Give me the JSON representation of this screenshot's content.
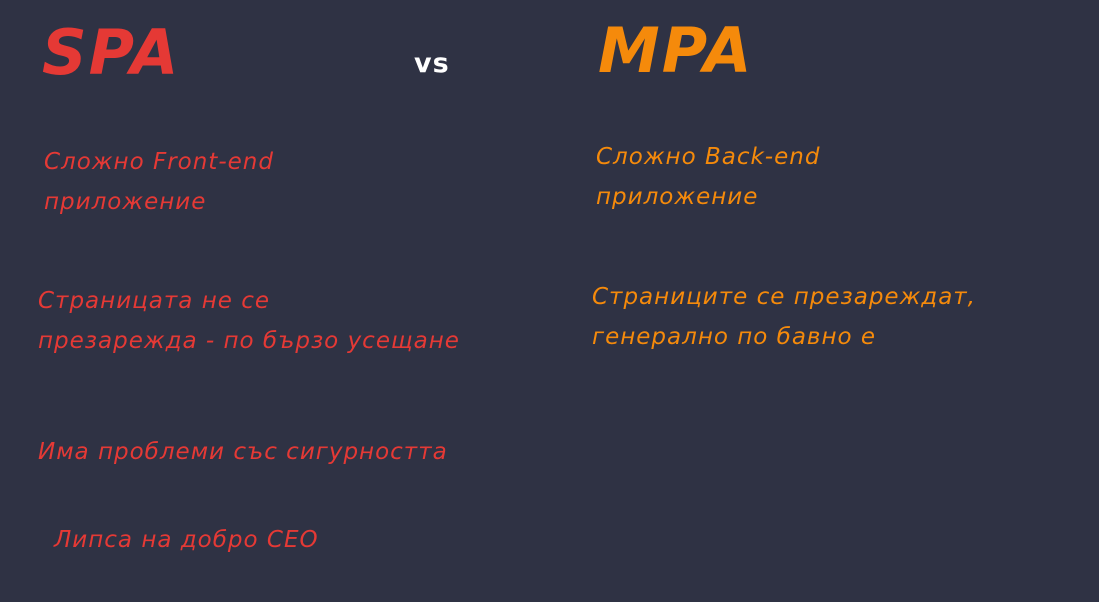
{
  "spa": {
    "title": "SPA",
    "color": "#e53935",
    "points": [
      "Сложно Front-end\nприложение",
      "Страницата не се\nпрезарежда - по бързо усещане",
      "Има проблеми със сигурността",
      "Липса на добро СЕО"
    ]
  },
  "vs_label": "vs",
  "mpa": {
    "title": "MPA",
    "color": "#f58a0b",
    "points": [
      "Сложно Back-end\nприложение",
      "Страниците се презареждат,\nгенерално по бавно е"
    ]
  },
  "background_color": "#2f3244"
}
